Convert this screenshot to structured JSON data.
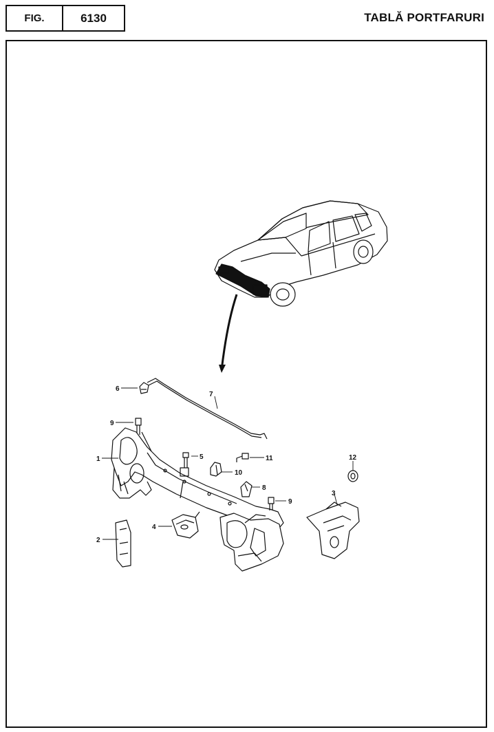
{
  "header": {
    "fig_label": "FIG.",
    "fig_number": "6130",
    "title": "TABLĂ PORTFARURI"
  },
  "callouts": {
    "c1": "1",
    "c2": "2",
    "c3": "3",
    "c4": "4",
    "c5": "5",
    "c6": "6",
    "c7": "7",
    "c8": "8",
    "c9a": "9",
    "c9b": "9",
    "c10": "10",
    "c11": "11",
    "c12": "12"
  }
}
